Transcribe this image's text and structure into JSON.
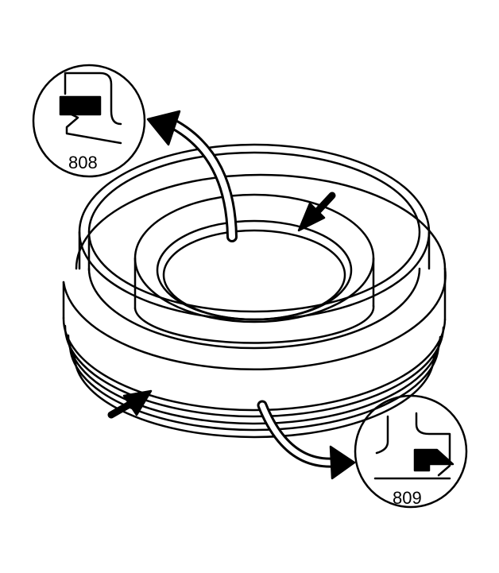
{
  "colors": {
    "stroke": "#000000",
    "fill": "#ffffff",
    "arrow_fill": "#000000"
  },
  "callouts": [
    {
      "id": "seal-detail-upper",
      "label": "808"
    },
    {
      "id": "seal-detail-lower",
      "label": "809"
    }
  ],
  "icons": [
    "pointer-arrow-icon",
    "curved-arrow-icon"
  ]
}
